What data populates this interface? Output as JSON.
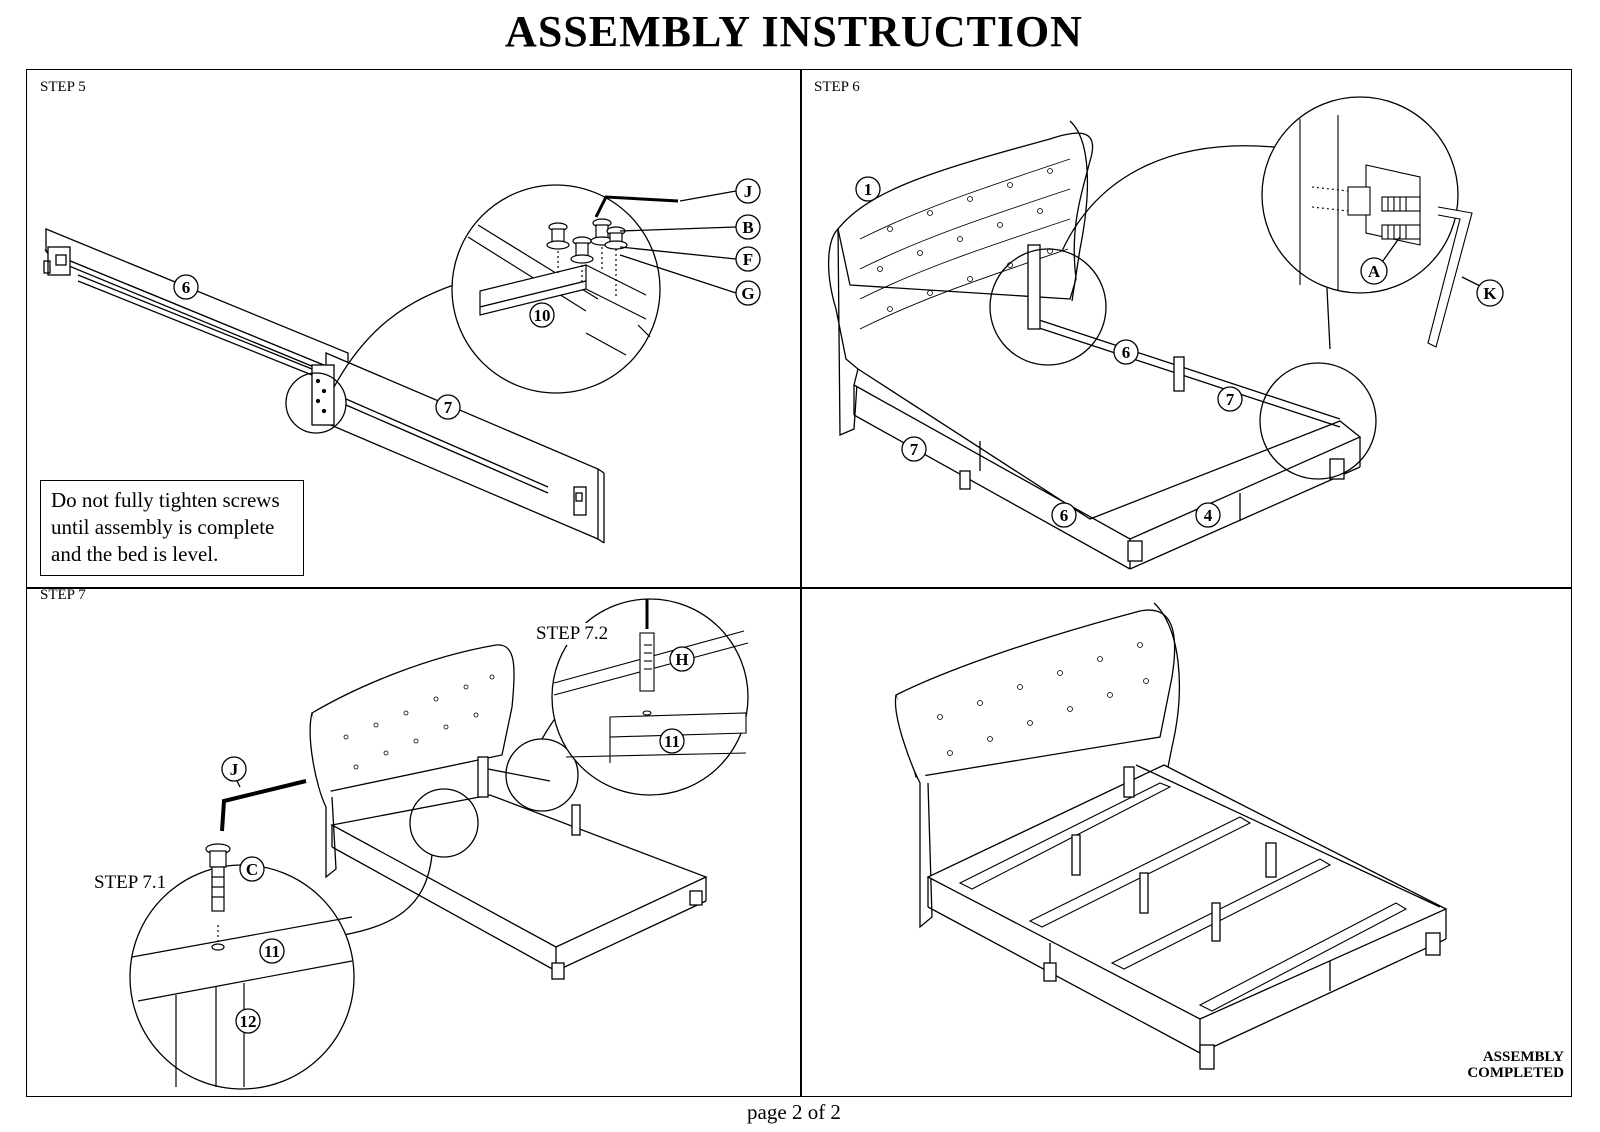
{
  "document": {
    "title": "ASSEMBLY INSTRUCTION",
    "footer": "page 2 of 2"
  },
  "steps": {
    "step5": {
      "label": "STEP 5",
      "note": "Do not fully tighten screws until assembly is complete and the bed is level.",
      "callouts": [
        "6",
        "7",
        "10",
        "J",
        "B",
        "F",
        "G"
      ]
    },
    "step6": {
      "label": "STEP 6",
      "callouts": [
        "1",
        "6",
        "7",
        "7",
        "6",
        "4",
        "A",
        "K"
      ]
    },
    "step7": {
      "label": "STEP 7",
      "sub1": "STEP 7.1",
      "sub2": "STEP 7.2",
      "callouts": [
        "J",
        "C",
        "11",
        "12",
        "H",
        "11"
      ]
    },
    "final": {
      "line1": "ASSEMBLY",
      "line2": "COMPLETED"
    }
  }
}
